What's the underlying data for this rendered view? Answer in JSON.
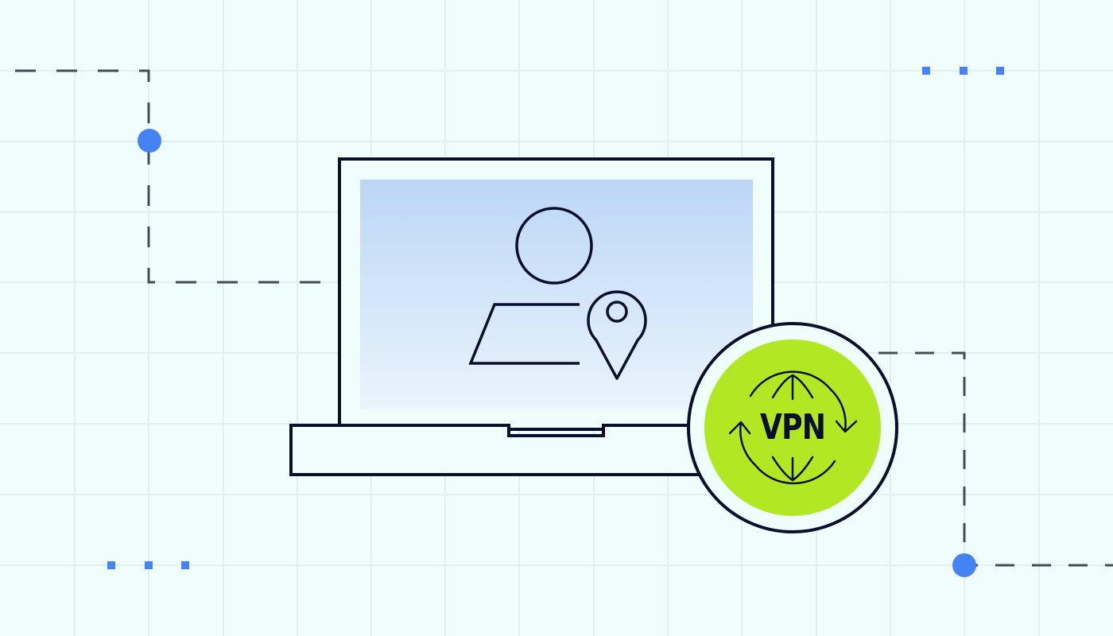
{
  "illustration": {
    "subject": "laptop with user location and VPN badge",
    "vpn_badge": {
      "label": "VPN"
    }
  },
  "colors": {
    "background": "#f0fdfd",
    "grid": "#e1eff0",
    "stroke": "#0b0f2e",
    "dash": "#444c58",
    "accent_blue": "#4583f5",
    "vpn_green": "#b2e823",
    "screen_top": "#bcd6f6",
    "screen_bottom": "#eaf4fc"
  },
  "grid": {
    "x": [
      94,
      187,
      281,
      374,
      467,
      560,
      653,
      747,
      840,
      933,
      1027,
      1120,
      1213,
      1307
    ],
    "y": [
      89,
      178,
      267,
      355,
      444,
      533,
      622,
      711
    ]
  }
}
